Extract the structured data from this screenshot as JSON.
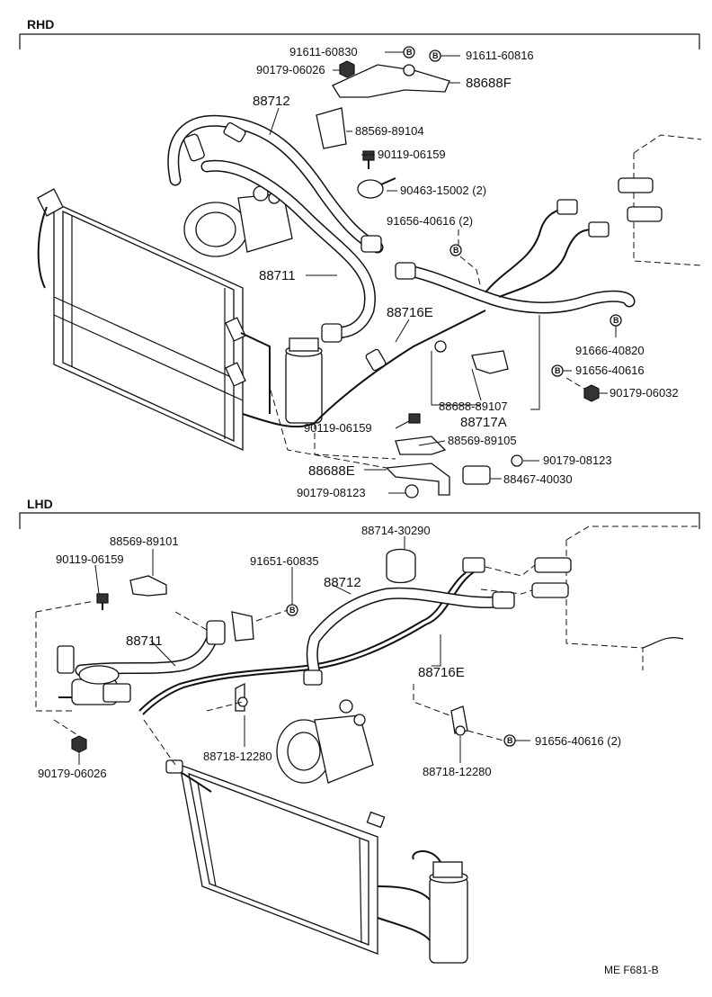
{
  "sections": {
    "rhd": "RHD",
    "lhd": "LHD"
  },
  "reference_code": "ME F681-B",
  "bolt_marker": "B",
  "rhd_labels": {
    "p91611_60830": "91611-60830",
    "p91611_60816": "91611-60816",
    "p90179_06026": "90179-06026",
    "p88688F": "88688F",
    "p88712": "88712",
    "p88569_89104": "88569-89104",
    "p90119_06159": "90119-06159",
    "p90463_15002": "90463-15002 (2)",
    "p91656_40616_2": "91656-40616 (2)",
    "p88711": "88711",
    "p88716E": "88716E",
    "p91666_40820": "91666-40820",
    "p91656_40616": "91656-40616",
    "p90179_06032": "90179-06032",
    "p88688_89107": "88688-89107",
    "p88717A": "88717A",
    "p90119_06159_b": "90119-06159",
    "p88569_89105": "88569-89105",
    "p90179_08123": "90179-08123",
    "p88688E": "88688E",
    "p88467_40030": "88467-40030",
    "p90179_08123_b": "90179-08123"
  },
  "lhd_labels": {
    "p88569_89101": "88569-89101",
    "p90119_06159": "90119-06159",
    "p91651_60835": "91651-60835",
    "p88714_30290": "88714-30290",
    "p88712": "88712",
    "p88711": "88711",
    "p88716E": "88716E",
    "p88718_12280_a": "88718-12280",
    "p88718_12280_b": "88718-12280",
    "p91656_40616": "91656-40616 (2)",
    "p90179_06026": "90179-06026"
  }
}
